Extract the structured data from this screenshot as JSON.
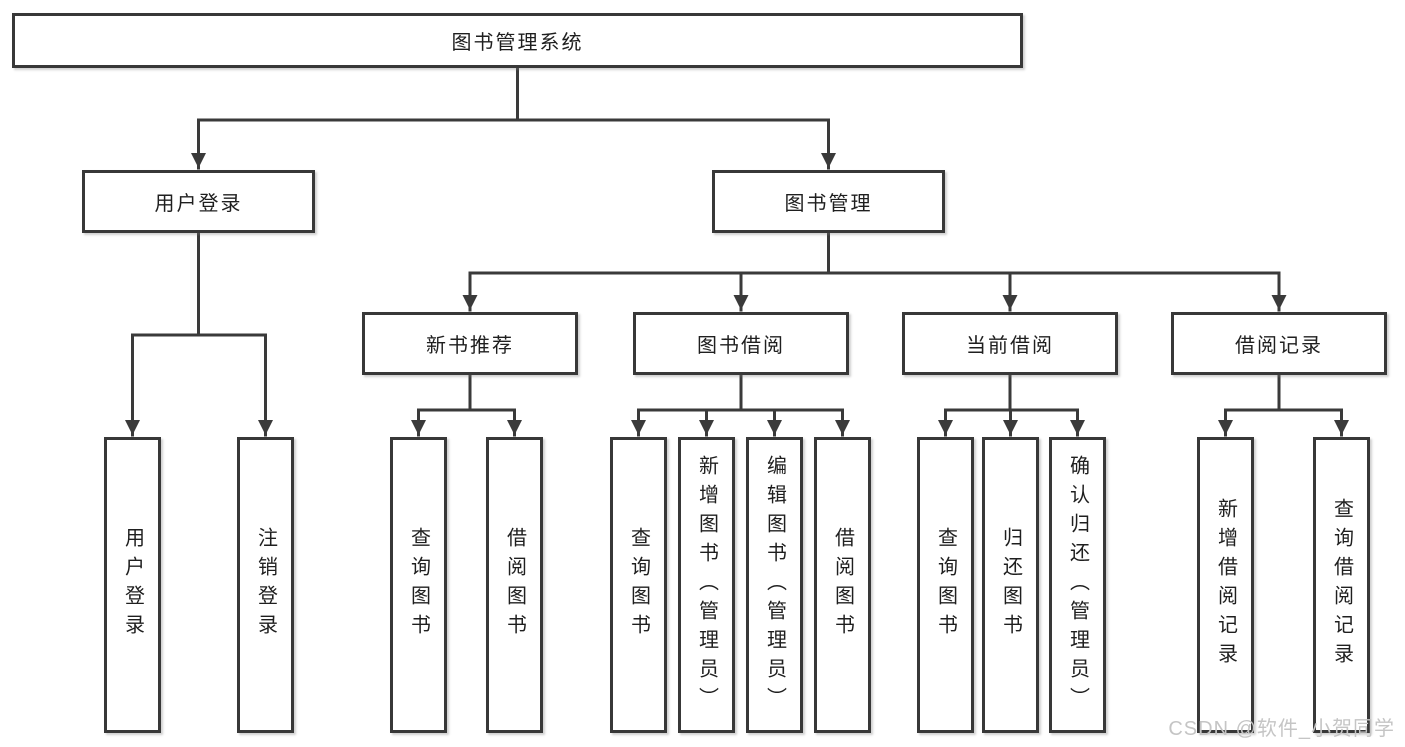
{
  "diagram": {
    "root": {
      "label": "图书管理系统"
    },
    "level2": [
      {
        "id": "user-login",
        "label": "用户登录"
      },
      {
        "id": "book-management",
        "label": "图书管理"
      }
    ],
    "level3": [
      {
        "id": "new-book-recommend",
        "label": "新书推荐"
      },
      {
        "id": "book-borrow",
        "label": "图书借阅"
      },
      {
        "id": "current-borrow",
        "label": "当前借阅"
      },
      {
        "id": "borrow-records",
        "label": "借阅记录"
      }
    ],
    "level4": [
      {
        "id": "login-user",
        "label": "用户登录"
      },
      {
        "id": "logout",
        "label": "注销登录"
      },
      {
        "id": "newbook-query",
        "label": "查询图书"
      },
      {
        "id": "newbook-borrow",
        "label": "借阅图书"
      },
      {
        "id": "borrow-query",
        "label": "查询图书"
      },
      {
        "id": "borrow-add",
        "label": "新增图书（管理员）"
      },
      {
        "id": "borrow-edit",
        "label": "编辑图书（管理员）"
      },
      {
        "id": "borrow-borrow",
        "label": "借阅图书"
      },
      {
        "id": "current-query",
        "label": "查询图书"
      },
      {
        "id": "current-return",
        "label": "归还图书"
      },
      {
        "id": "current-confirm",
        "label": "确认归还（管理员）"
      },
      {
        "id": "records-add",
        "label": "新增借阅记录"
      },
      {
        "id": "records-query",
        "label": "查询借阅记录"
      }
    ]
  },
  "watermark": {
    "text": "CSDN @软件_小贺同学"
  },
  "colors": {
    "line": "#3a3a3a",
    "box_border": "#383838",
    "text": "#1f1f1f",
    "watermark": "#c5c5c5",
    "background": "#ffffff"
  }
}
